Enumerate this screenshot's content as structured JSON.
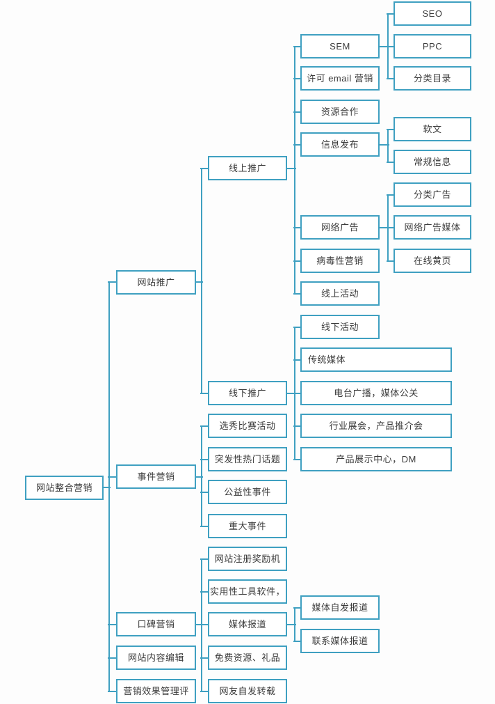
{
  "colors": {
    "line": "#3FA0C1",
    "text": "#3B3B3B",
    "box_fill": "#FFFFFF",
    "background": "#FDFDFD"
  },
  "tree": {
    "label": "网站整合营销",
    "children": [
      {
        "label": "网站推广",
        "children": [
          {
            "label": "线上推广",
            "children": [
              {
                "label": "SEM",
                "children": [
                  {
                    "label": "SEO"
                  },
                  {
                    "label": "PPC"
                  },
                  {
                    "label": "分类目录"
                  }
                ]
              },
              {
                "label": "许可 email 营销"
              },
              {
                "label": "资源合作"
              },
              {
                "label": "信息发布",
                "children": [
                  {
                    "label": "软文"
                  },
                  {
                    "label": "常规信息"
                  }
                ]
              },
              {
                "label": "网络广告",
                "children": [
                  {
                    "label": "分类广告"
                  },
                  {
                    "label": "网络广告媒体"
                  },
                  {
                    "label": "在线黄页"
                  }
                ]
              },
              {
                "label": "病毒性营销"
              },
              {
                "label": "线上活动"
              }
            ]
          },
          {
            "label": "线下推广",
            "children": [
              {
                "label": "线下活动"
              },
              {
                "label": "传统媒体"
              },
              {
                "label": "电台广播，媒体公关"
              },
              {
                "label": "行业展会，产品推介会"
              },
              {
                "label": "产品展示中心，DM"
              }
            ]
          }
        ]
      },
      {
        "label": "事件营销",
        "children": [
          {
            "label": "选秀比赛活动"
          },
          {
            "label": "突发性热门话题"
          },
          {
            "label": "公益性事件"
          },
          {
            "label": "重大事件"
          }
        ]
      },
      {
        "label": "口碑营销",
        "children": [
          {
            "label": "网站注册奖励机"
          },
          {
            "label": "实用性工具软件，"
          },
          {
            "label": "媒体报道",
            "children": [
              {
                "label": "媒体自发报道"
              },
              {
                "label": "联系媒体报道"
              }
            ]
          },
          {
            "label": "免费资源、礼品"
          },
          {
            "label": "网友自发转载"
          }
        ]
      },
      {
        "label": "网站内容编辑"
      },
      {
        "label": "营销效果管理评"
      }
    ]
  }
}
